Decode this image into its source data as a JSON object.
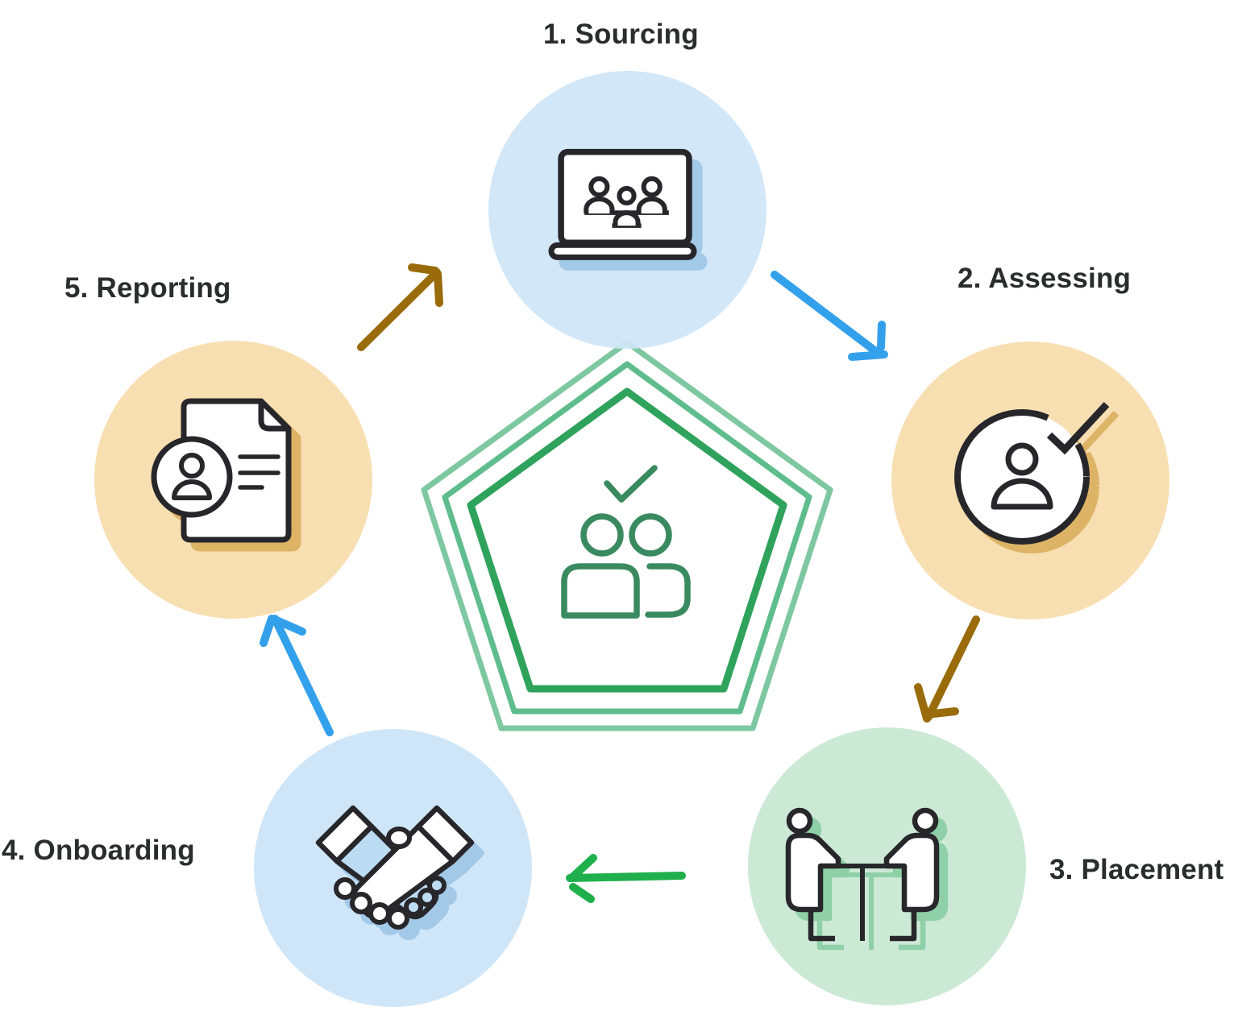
{
  "figure": {
    "type": "recruitment-process-cycle",
    "stages": [
      {
        "label": "1. Sourcing",
        "icon": "laptop-video-meeting-icon",
        "circle": "light-blue",
        "position": "top"
      },
      {
        "label": "2. Assessing",
        "icon": "candidate-checkmark-icon",
        "circle": "light-tan",
        "position": "right"
      },
      {
        "label": "3. Placement",
        "icon": "interview-table-icon",
        "circle": "light-green",
        "position": "bottom-right"
      },
      {
        "label": "4. Onboarding",
        "icon": "handshake-icon",
        "circle": "light-blue",
        "position": "bottom-left"
      },
      {
        "label": "5. Reporting",
        "icon": "candidate-report-icon",
        "circle": "light-tan",
        "position": "left"
      }
    ],
    "center": {
      "icon": "pentagon-team-check-icon",
      "shape": "triple-outline-pentagon"
    },
    "arrows": [
      {
        "from": "1. Sourcing",
        "to": "2. Assessing",
        "color": "#33a0ec"
      },
      {
        "from": "2. Assessing",
        "to": "3. Placement",
        "color": "#9a6b0a"
      },
      {
        "from": "3. Placement",
        "to": "4. Onboarding",
        "color": "#1fb04d"
      },
      {
        "from": "4. Onboarding",
        "to": "5. Reporting",
        "color": "#33a0ec"
      },
      {
        "from": "5. Reporting",
        "to": "1. Sourcing",
        "color": "#9a6b0a"
      }
    ]
  },
  "colors": {
    "bg": "#ffffff",
    "ink": "#27272b",
    "label": "#2b2c2e",
    "circle_blue": "#cfe6f8",
    "circle_blue_top": "rgba(207,229,247,0.93)",
    "circle_tan": "#f8dfb2",
    "circle_green": "#cce9d5",
    "shadow_blue": "#a3c9e8",
    "shadow_tan": "#ddb366",
    "shadow_green": "#8fd0a8",
    "hand_blue": "#bcdcf4",
    "pent_outer": "#7ec8a1",
    "pent_middle": "#5fbd8d",
    "pent_inner": "#2fa25c",
    "pent_icon": "#3a8a60",
    "arrow_blue": "#33a0ec",
    "arrow_brown": "#9a6b0a",
    "arrow_green": "#1fb04d"
  }
}
